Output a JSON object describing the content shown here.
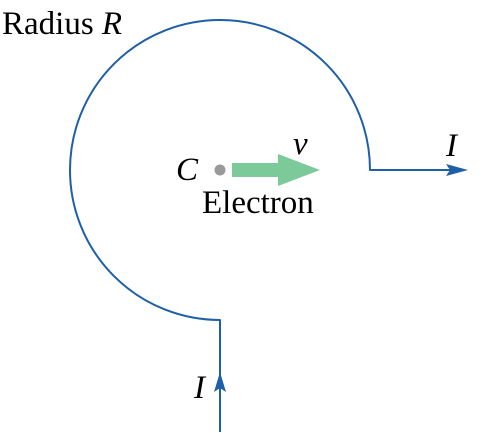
{
  "labels": {
    "radius_word": "Radius",
    "radius_symbol": "R",
    "center": "C",
    "velocity": "v",
    "particle": "Electron",
    "current_out": "I",
    "current_in": "I"
  },
  "colors": {
    "wire": "#1f5fa8",
    "velocity_arrow": "#7cc99a",
    "center_dot": "#9a9a9a",
    "text": "#000000"
  }
}
